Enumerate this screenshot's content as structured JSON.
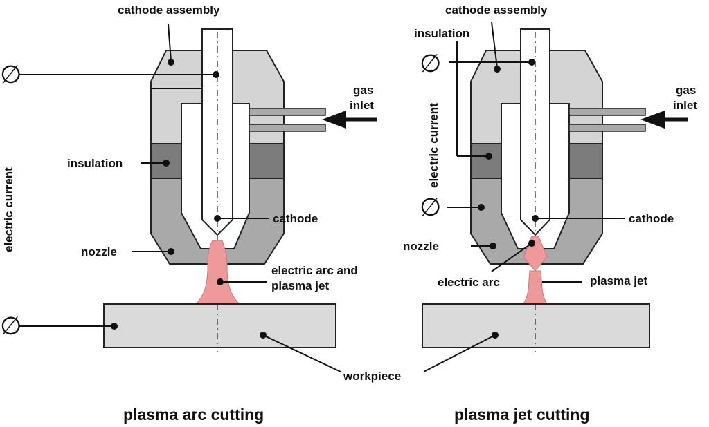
{
  "colors": {
    "body_gray": "#a9a9a9",
    "light_gray": "#d4d4d4",
    "insulation_gray": "#7b7b7b",
    "workpiece_gray": "#dadada",
    "plasma_pink": "#ef9a9a",
    "outline": "#222222"
  },
  "left": {
    "caption": "plasma arc cutting",
    "labels": {
      "cathode_assembly": "cathode assembly",
      "insulation": "insulation",
      "nozzle": "nozzle",
      "cathode": "cathode",
      "gas_line1": "gas",
      "gas_line2": "inlet",
      "arc_line1": "electric arc and",
      "arc_line2": "plasma jet",
      "electric_current": "electric current",
      "ground_symbol": "∅"
    }
  },
  "right": {
    "caption": "plasma jet cutting",
    "labels": {
      "cathode_assembly": "cathode assembly",
      "insulation": "insulation",
      "nozzle": "nozzle",
      "cathode": "cathode",
      "gas_line1": "gas",
      "gas_line2": "inlet",
      "electric_arc": "electric arc",
      "plasma_jet": "plasma jet",
      "electric_current": "electric current",
      "ground_symbol": "∅"
    }
  },
  "shared": {
    "workpiece": "workpiece"
  }
}
